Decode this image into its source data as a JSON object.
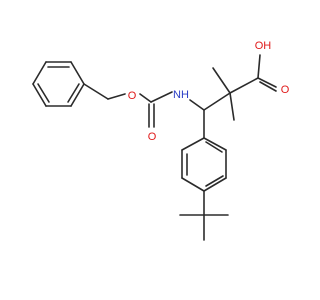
{
  "atoms": {
    "nh": "NH",
    "o_ether": "O",
    "o_carbonyl": "O",
    "oh": "OH",
    "o_acid": "O"
  },
  "colors": {
    "bond": "#2b2b2b",
    "nitrogen": "#2b3fc6",
    "oxygen": "#e01b1b",
    "background": "#ffffff"
  }
}
